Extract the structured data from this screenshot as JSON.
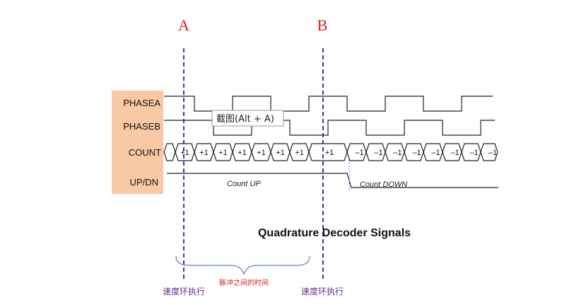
{
  "markers": {
    "a": "A",
    "b": "B"
  },
  "signals": {
    "phasea": "PHASEA",
    "phaseb": "PHASEB",
    "count": "COUNT",
    "updn": "UP/DN"
  },
  "count_labels_up": [
    "+1",
    "+1",
    "+1",
    "+1",
    "+1",
    "+1",
    "+1",
    "+1"
  ],
  "count_labels_down": [
    "–1",
    "–1",
    "–1",
    "–1",
    "–1",
    "–1",
    "–1",
    "–1"
  ],
  "annotations": {
    "count_up": "Count UP",
    "count_down": "Count DOWN",
    "title": "Quadrature Decoder Signals",
    "pulse_interval": "脉冲之间的时间",
    "speed_loop_left": "速度环执行",
    "speed_loop_right": "速度环执行"
  },
  "tooltip": {
    "text": "截图(Alt + A)"
  },
  "colors": {
    "label_bg": "#f9c8a4",
    "marker_text": "#d42020",
    "marker_line": "#5a2a8c",
    "brace": "#5a7fbf",
    "speed_text": "#6a2d91",
    "pulse_text": "#d42020",
    "signal": "#222222",
    "direction_dash": "#7b68ee"
  }
}
